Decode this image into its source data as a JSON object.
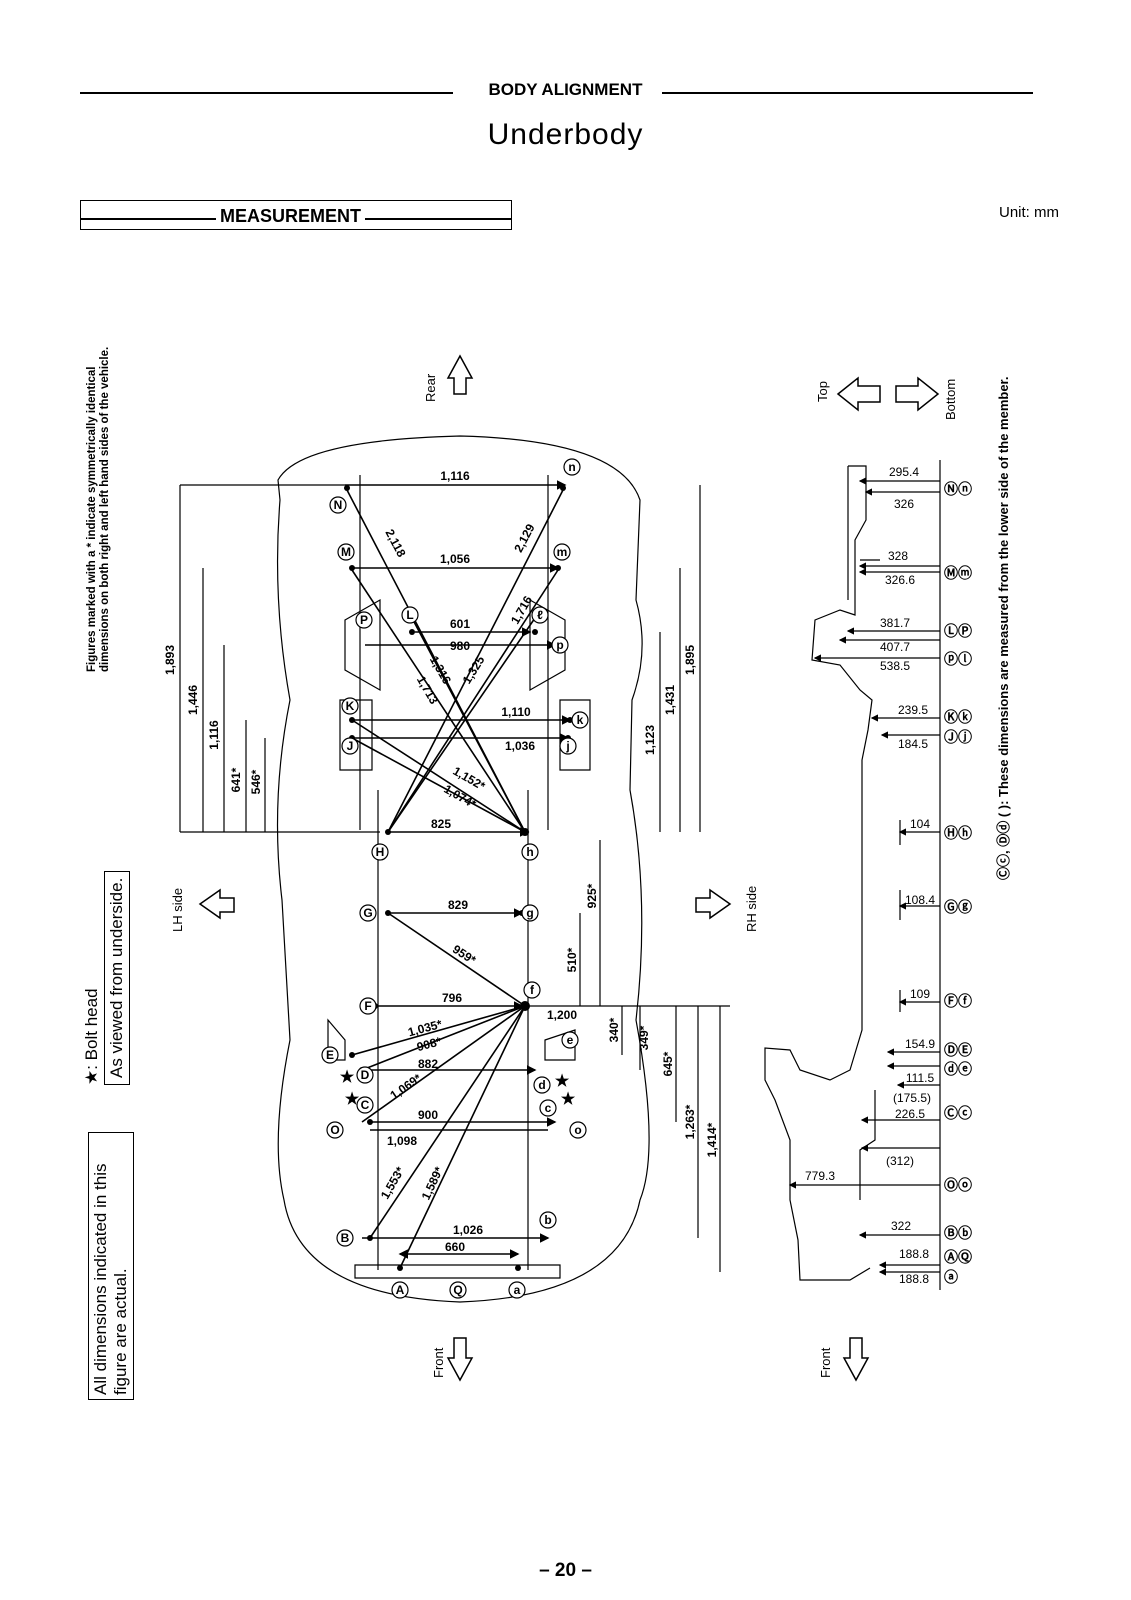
{
  "header": {
    "section": "BODY ALIGNMENT",
    "title": "Underbody",
    "measurement": "MEASUREMENT",
    "unit": "Unit: mm",
    "page": "– 20 –"
  },
  "notes": {
    "symmetric": "Figures marked with a * indicate symmetrically identical dimensions on both right and left hand sides of the vehicle.",
    "bolt_head": "★: Bolt head",
    "view": "As viewed from underside.",
    "actual_1": "All dimensions indicated in this",
    "actual_2": "figure are actual.",
    "lower_side": "Ⓒⓒ, Ⓓⓓ ( ): These dimensions are measured from the lower side of the member."
  },
  "directions": {
    "rear": "Rear",
    "front": "Front",
    "lh": "LH side",
    "rh": "RH side",
    "top": "Top",
    "bottom": "Bottom",
    "front_side": "Front"
  },
  "plan_view": {
    "points_left": [
      "N",
      "M",
      "L",
      "P",
      "K",
      "J",
      "H",
      "G",
      "F",
      "E",
      "D",
      "C",
      "O",
      "B",
      "A"
    ],
    "points_right": [
      "n",
      "m",
      "ℓ",
      "p",
      "k",
      "j",
      "h",
      "g",
      "f",
      "e",
      "d",
      "c",
      "o",
      "b",
      "a"
    ],
    "center_point": "Q",
    "widths": [
      "1,116",
      "1,056",
      "601",
      "980",
      "1,110",
      "1,036",
      "825",
      "829",
      "796",
      "882",
      "900",
      "1,098",
      "1,026",
      "660"
    ],
    "diagonals": [
      "2,118",
      "2,129",
      "1,716",
      "1,316",
      "1,713",
      "1,325",
      "1,152*",
      "1,074*",
      "959*",
      "1,035*",
      "908*",
      "1,069*",
      "1,553*",
      "1,589*"
    ],
    "left_lengths": [
      "1,893",
      "1,446",
      "1,116",
      "641*",
      "546*"
    ],
    "right_lengths": [
      "1,895",
      "1,431",
      "1,123"
    ],
    "center_lengths": [
      "925*",
      "510*",
      "340*",
      "349*",
      "645*",
      "1,263*",
      "1,414*",
      "1,200"
    ]
  },
  "side_view": {
    "heights": [
      "295.4",
      "326",
      "328",
      "326.6",
      "381.7",
      "407.7",
      "538.5",
      "239.5",
      "184.5",
      "104",
      "108.4",
      "109",
      "154.9",
      "111.5",
      "(175.5)",
      "226.5",
      "(312)",
      "779.3",
      "322",
      "188.8",
      "188.8"
    ],
    "point_labels": [
      "Ⓝⓝ",
      "Ⓜⓜ",
      "ⓁⓅ",
      "ⓟⓛ",
      "Ⓚⓚ",
      "Ⓙⓙ",
      "Ⓗⓗ",
      "Ⓖⓖ",
      "Ⓕⓕ",
      "ⒹⒺ",
      "ⓓⓔ",
      "Ⓒⓒ",
      "Ⓞⓞ",
      "Ⓑⓑ",
      "ⒶⓆ",
      "ⓐ"
    ]
  }
}
